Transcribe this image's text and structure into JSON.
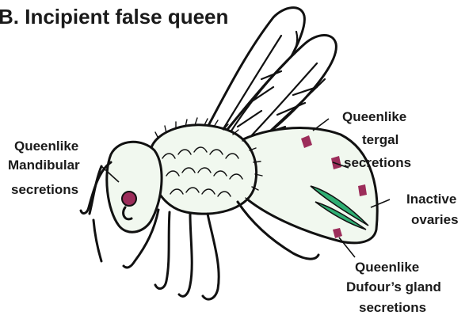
{
  "title": "B. Incipient false queen",
  "labels": {
    "mandibular": [
      "Queenlike",
      "Mandibular",
      "secretions"
    ],
    "tergal": [
      "Queenlike",
      "tergal",
      "secretions"
    ],
    "ovaries": [
      "Inactive",
      "ovaries"
    ],
    "dufour": [
      "Queenlike",
      "Dufour’s gland",
      "secretions"
    ]
  },
  "colors": {
    "gland": "#9c2d5a",
    "ovary": "#2fae73",
    "body": "#f1f8ef"
  }
}
